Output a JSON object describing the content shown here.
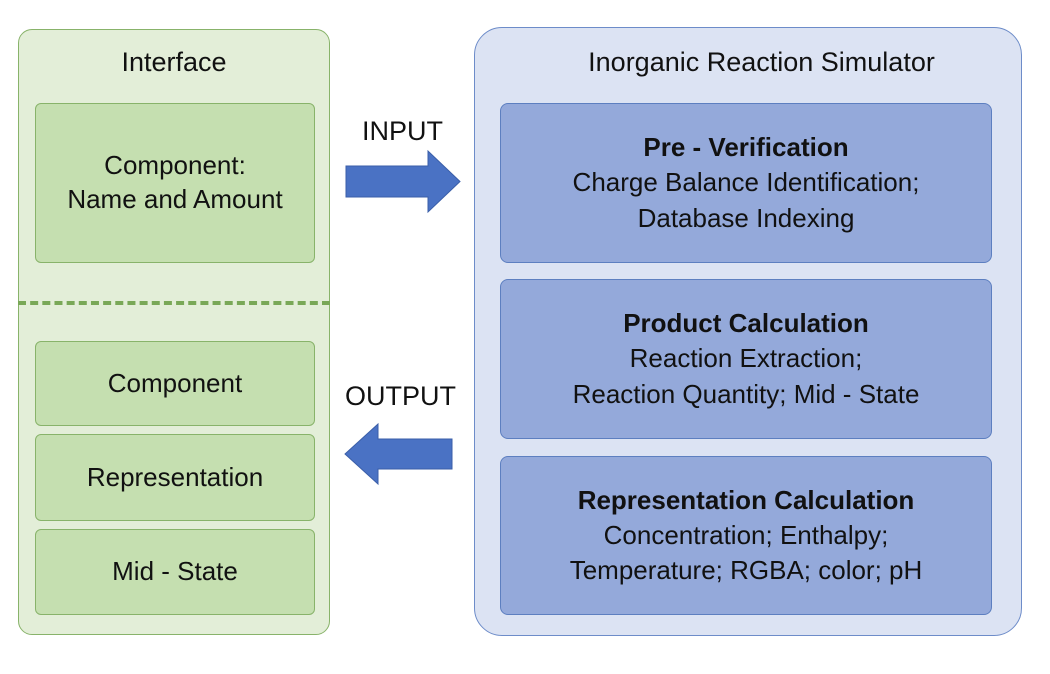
{
  "interface": {
    "title": "Interface",
    "input_box": {
      "line1": "Component:",
      "line2": "Name and Amount"
    },
    "outputs": [
      "Component",
      "Representation",
      "Mid - State"
    ]
  },
  "arrows": {
    "input_label": "INPUT",
    "output_label": "OUTPUT"
  },
  "simulator": {
    "title": "Inorganic Reaction Simulator",
    "stages": [
      {
        "heading": "Pre - Verification",
        "line1": "Charge Balance Identification;",
        "line2": "Database Indexing"
      },
      {
        "heading": "Product Calculation",
        "line1": "Reaction Extraction;",
        "line2": "Reaction Quantity; Mid - State"
      },
      {
        "heading": "Representation Calculation",
        "line1": "Concentration; Enthalpy;",
        "line2": "Temperature; RGBA; color; pH"
      }
    ]
  },
  "colors": {
    "interface_fill": "#e3eed8",
    "interface_box": "#c5dfb0",
    "simulator_fill": "#dce3f3",
    "simulator_box": "#94a9da",
    "arrow": "#4a72c4"
  }
}
